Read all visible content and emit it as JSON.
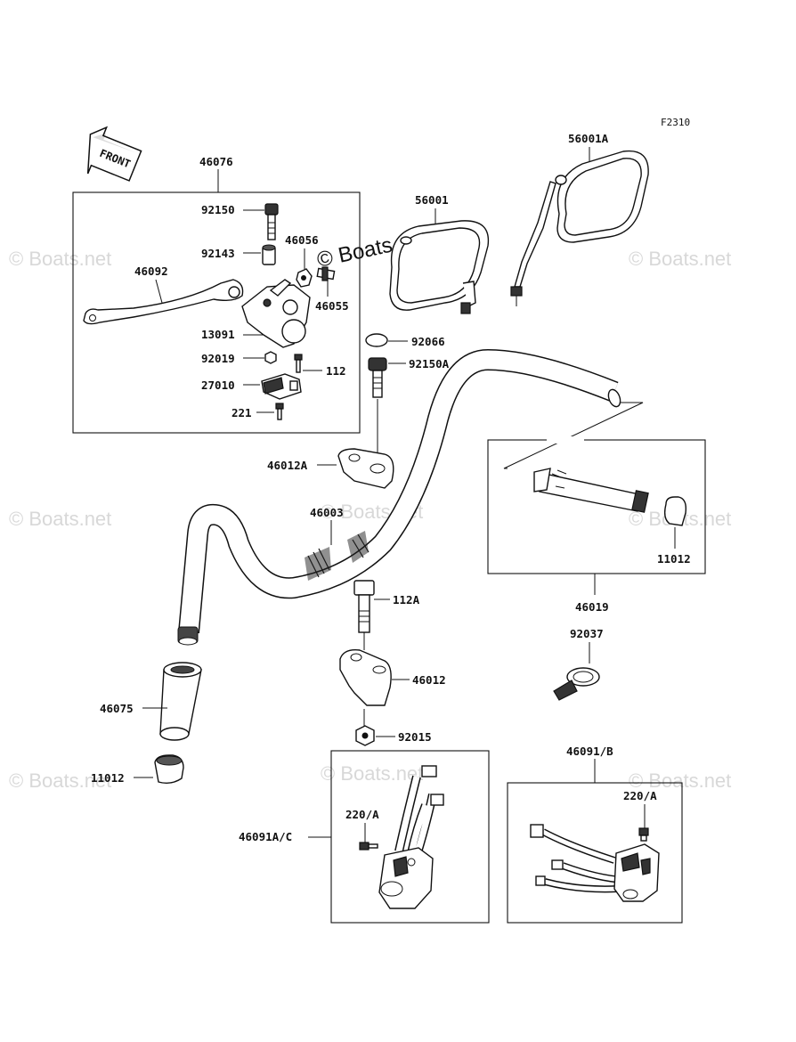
{
  "figure_code": "F2310",
  "front_label": "FRONT",
  "watermark": "© Boats.net",
  "watermark_main": "© Boats.net",
  "parts": {
    "p46076": "46076",
    "p92150": "92150",
    "p92143": "92143",
    "p46056": "46056",
    "p46092": "46092",
    "p46055": "46055",
    "p13091": "13091",
    "p92019": "92019",
    "p112": "112",
    "p27010": "27010",
    "p221": "221",
    "p56001": "56001",
    "p56001A": "56001A",
    "p92066": "92066",
    "p92150A": "92150A",
    "p46012A": "46012A",
    "p46003": "46003",
    "p11012_right": "11012",
    "p46019": "46019",
    "p112A": "112A",
    "p46012": "46012",
    "p92037": "92037",
    "p46075": "46075",
    "p92015": "92015",
    "p11012_left": "11012",
    "p46091B": "46091/B",
    "p220A_left": "220/A",
    "p220A_right": "220/A",
    "p46091AC": "46091A/C"
  }
}
